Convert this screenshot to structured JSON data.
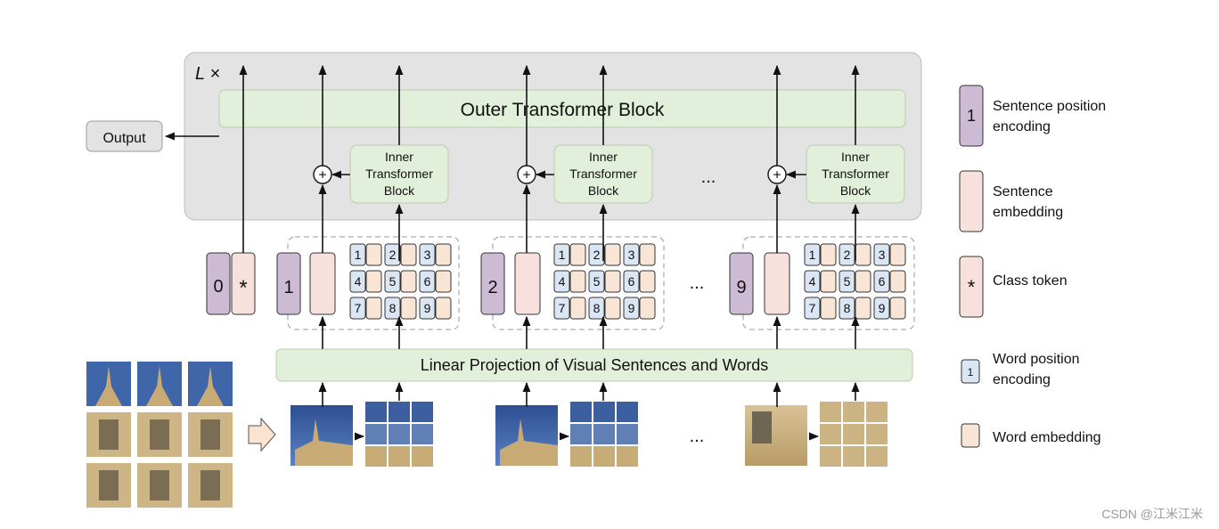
{
  "repeat_label": "L ×",
  "output_label": "Output",
  "outer_block_label": "Outer Transformer Block",
  "inner_block_label": [
    "Inner",
    "Transformer",
    "Block"
  ],
  "projection_label": "Linear Projection of Visual Sentences and Words",
  "ellipsis": "...",
  "class_group": {
    "position": "0",
    "class_symbol": "*"
  },
  "sentence_positions": [
    "1",
    "2",
    "9"
  ],
  "word_positions": [
    "1",
    "2",
    "3",
    "4",
    "5",
    "6",
    "7",
    "8",
    "9"
  ],
  "legend": [
    {
      "symbol": "1",
      "lines": [
        "Sentence position",
        "encoding"
      ],
      "kind": "sentence-position"
    },
    {
      "symbol": "",
      "lines": [
        "Sentence",
        "embedding"
      ],
      "kind": "sentence-embedding"
    },
    {
      "symbol": "*",
      "lines": [
        "Class token"
      ],
      "kind": "class-token"
    },
    {
      "symbol": "1",
      "lines": [
        "Word position",
        "encoding"
      ],
      "kind": "word-position"
    },
    {
      "symbol": "",
      "lines": [
        "Word embedding"
      ],
      "kind": "word-embedding"
    }
  ],
  "watermark": "CSDN @江米江米",
  "colors": {
    "outer_panel": "#e3e3e3",
    "block_green": "#e2efda",
    "sentence_pos": "#cdbbd6",
    "sentence_emb": "#f8e0dc",
    "word_pos": "#dbe6f4",
    "word_emb": "#f9e5d6",
    "sky": "#3f66a8",
    "stone": "#cdb586"
  }
}
